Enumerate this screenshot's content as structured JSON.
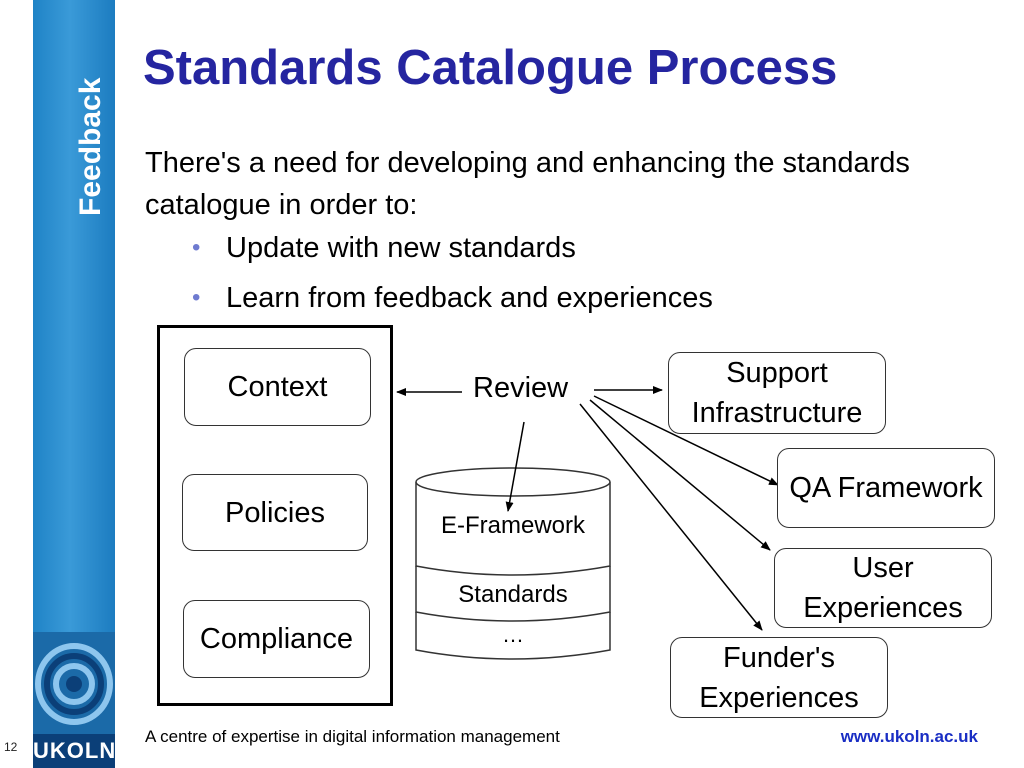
{
  "sidebar": {
    "label": "Feedback"
  },
  "logo": {
    "text": "UKOLN"
  },
  "page_number": "12",
  "title": "Standards Catalogue Process",
  "intro": "There's a need for developing and enhancing the standards catalogue in order to:",
  "bullets": [
    "Update with new standards",
    "Learn from feedback and experiences"
  ],
  "diagram": {
    "left_boxes": [
      "Context",
      "Policies",
      "Compliance"
    ],
    "review": "Review",
    "right_boxes": [
      "Support Infrastructure",
      "QA Framework",
      "User Experiences",
      "Funder's Experiences"
    ],
    "stack": [
      "E-Framework",
      "Standards",
      "…"
    ]
  },
  "footer": {
    "tagline": "A centre of expertise in digital information management",
    "url": "www.ukoln.ac.uk"
  },
  "colors": {
    "title": "#2525a0",
    "sidebar": "#2a8fd0",
    "bullet": "#6f7bd0",
    "url": "#1a2ec4"
  }
}
